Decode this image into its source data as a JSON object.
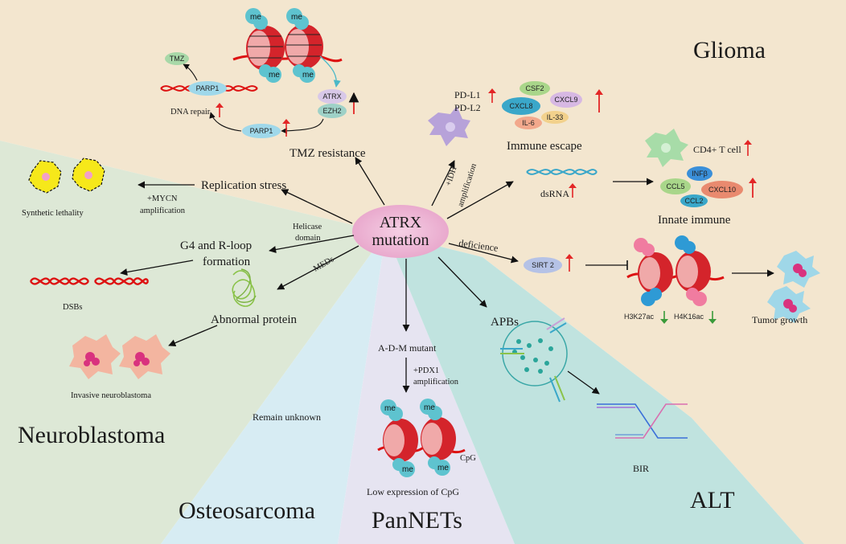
{
  "center": {
    "line1": "ATRX",
    "line2": "mutation"
  },
  "regions": {
    "glioma": "Glioma",
    "neuroblastoma": "Neuroblastoma",
    "osteosarcoma": "Osteosarcoma",
    "pannets": "PanNETs",
    "alt": "ALT"
  },
  "glioma": {
    "tmz": "TMZ",
    "parp1": "PARP1",
    "dna_repair": "DNA repair",
    "atrx": "ATRX",
    "ezh2": "EZH2",
    "me": "me",
    "tmz_resistance": "TMZ resistance",
    "pdl1": "PD-L1",
    "pdl2": "PD-L2",
    "idh_amp_1": "+IDH",
    "idh_amp_2": "amplification",
    "cytokines": [
      "CSF2",
      "CXCL9",
      "CXCL8",
      "IL-6",
      "IL-33"
    ],
    "immune_escape": "Immune escape",
    "cd4": "CD4+ T cell",
    "dsrna": "dsRNA",
    "innate": [
      "INFβ",
      "CCL5",
      "CXCL10",
      "CCL2"
    ],
    "innate_immune": "Innate immune",
    "deficience": "deficience",
    "sirt2": "SIRT 2",
    "h3k27ac": "H3K27ac",
    "h4k16ac": "H4K16ac",
    "tumor_growth": "Tumor growth"
  },
  "neuro": {
    "replication_stress": "Replication stress",
    "mycn_1": "+MYCN",
    "mycn_2": "amplification",
    "synthetic_lethality": "Synthetic lethality",
    "helicase_1": "Helicase",
    "helicase_2": "domain",
    "g4_1": "G4 and R-loop",
    "g4_2": "formation",
    "dsbs": "DSBs",
    "meds": "MEDs",
    "abnormal_protein": "Abnormal protein",
    "invasive": "Invasive neuroblastoma"
  },
  "osteo": {
    "remain_unknown": "Remain unknown"
  },
  "pannets": {
    "adm": "A-D-M mutant",
    "pdx1_1": "+PDX1",
    "pdx1_2": "amplification",
    "cpg": "CpG",
    "low_cpg": "Low expression of CpG"
  },
  "alt": {
    "apbs": "APBs",
    "bir": "BIR"
  },
  "colors": {
    "glioma_bg": "#f3e6cf",
    "neuro_bg": "#dfe9d9",
    "osteo_bg": "#d6ebf2",
    "pannets_bg": "#e7e5f2",
    "alt_bg": "#bfe3df",
    "center_fill": "#ecb6d6",
    "arrow_red": "#e32626"
  }
}
